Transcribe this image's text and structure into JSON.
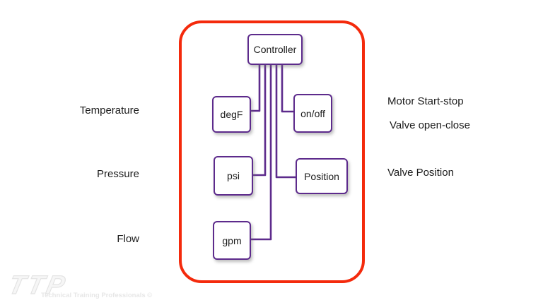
{
  "diagram": {
    "boxes": {
      "controller": "Controller",
      "temperature_input": "degF",
      "pressure_input": "psi",
      "flow_input": "gpm",
      "onoff_output": "on/off",
      "position_output": "Position"
    },
    "left_labels": [
      "Temperature",
      "Pressure",
      "Flow"
    ],
    "right_labels": [
      "Motor Start-stop",
      "Valve open-close",
      "Valve Position"
    ],
    "colors": {
      "frame_red": "#f42a0c",
      "connector_purple": "#5d2b8c",
      "text_black": "#1c1c1c"
    }
  },
  "watermark": {
    "logo_text": "TTP",
    "caption": "Technical Training Professionals ©"
  }
}
